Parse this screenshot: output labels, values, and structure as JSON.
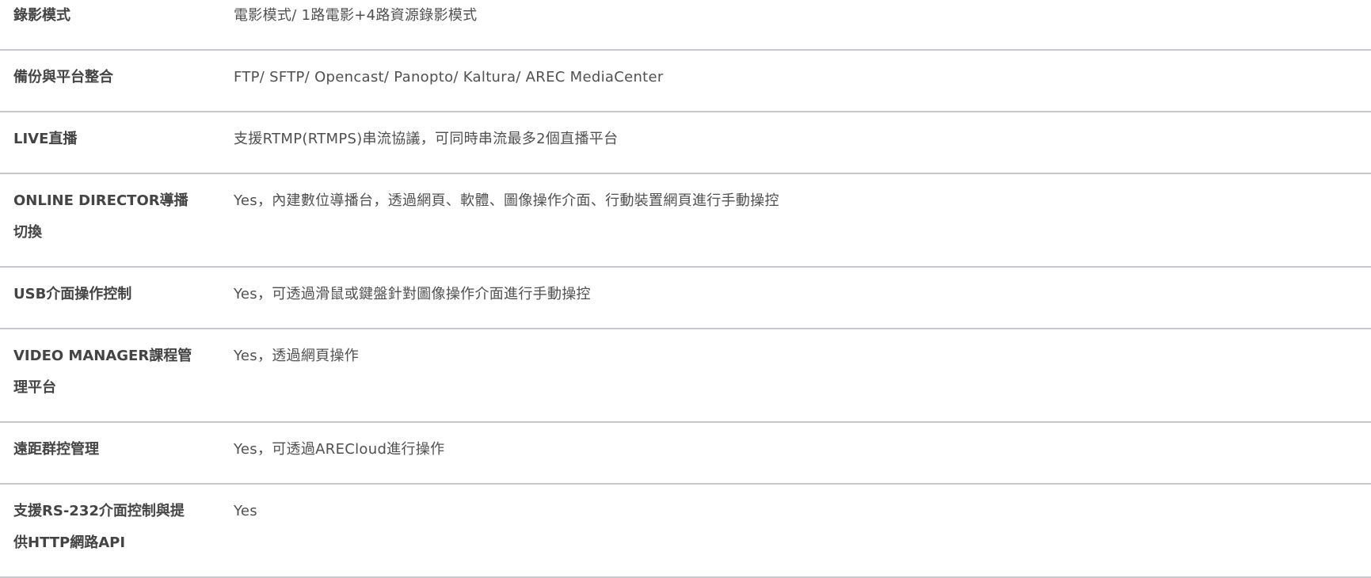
{
  "specs": [
    {
      "label": "錄影模式",
      "value": "電影模式/ 1路電影+4路資源錄影模式"
    },
    {
      "label": "備份與平台整合",
      "value": "FTP/ SFTP/ Opencast/ Panopto/ Kaltura/ AREC MediaCenter"
    },
    {
      "label": "LIVE直播",
      "value": "支援RTMP(RTMPS)串流協議，可同時串流最多2個直播平台"
    },
    {
      "label": "ONLINE DIRECTOR導播切換",
      "value": "Yes，內建數位導播台，透過網頁、軟體、圖像操作介面、行動裝置網頁進行手動操控"
    },
    {
      "label": "USB介面操作控制",
      "value": "Yes，可透過滑鼠或鍵盤針對圖像操作介面進行手動操控"
    },
    {
      "label": "VIDEO MANAGER課程管理平台",
      "value": "Yes，透過網頁操作"
    },
    {
      "label": "遠距群控管理",
      "value": "Yes，可透過ARECloud進行操作"
    },
    {
      "label": "支援RS-232介面控制與提供HTTP網路API",
      "value": "Yes"
    }
  ]
}
